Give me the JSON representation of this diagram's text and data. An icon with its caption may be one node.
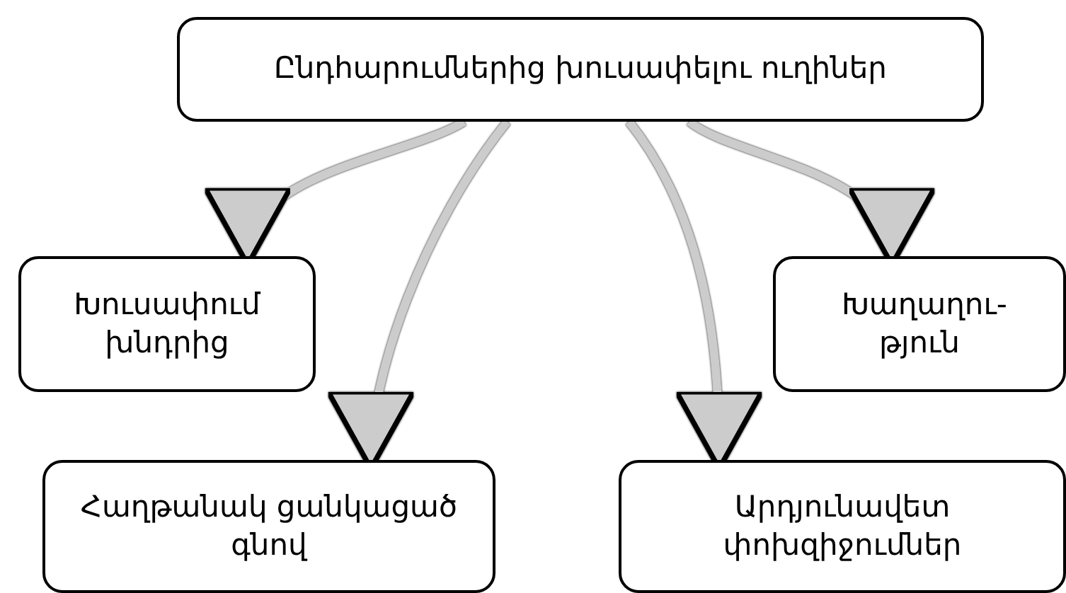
{
  "diagram": {
    "nodes": [
      {
        "text": [
          "Ընդհարումներից խուսափելու ուղիներ"
        ]
      },
      {
        "text": [
          "Խուսափում խնդրից"
        ]
      },
      {
        "text": [
          "Խաղաղու- թյուն"
        ]
      },
      {
        "text": [
          "Հաղթանակ ցանկացած գնով"
        ]
      },
      {
        "text": [
          "Արդյունավետ փոխզիջումներ"
        ]
      }
    ],
    "edges": [
      {
        "from": 0,
        "to": 1,
        "arrow": "to"
      },
      {
        "from": 0,
        "to": 3,
        "arrow": "to"
      },
      {
        "from": 0,
        "to": 4,
        "arrow": "to"
      },
      {
        "from": 0,
        "to": 2,
        "arrow": "to"
      }
    ]
  }
}
